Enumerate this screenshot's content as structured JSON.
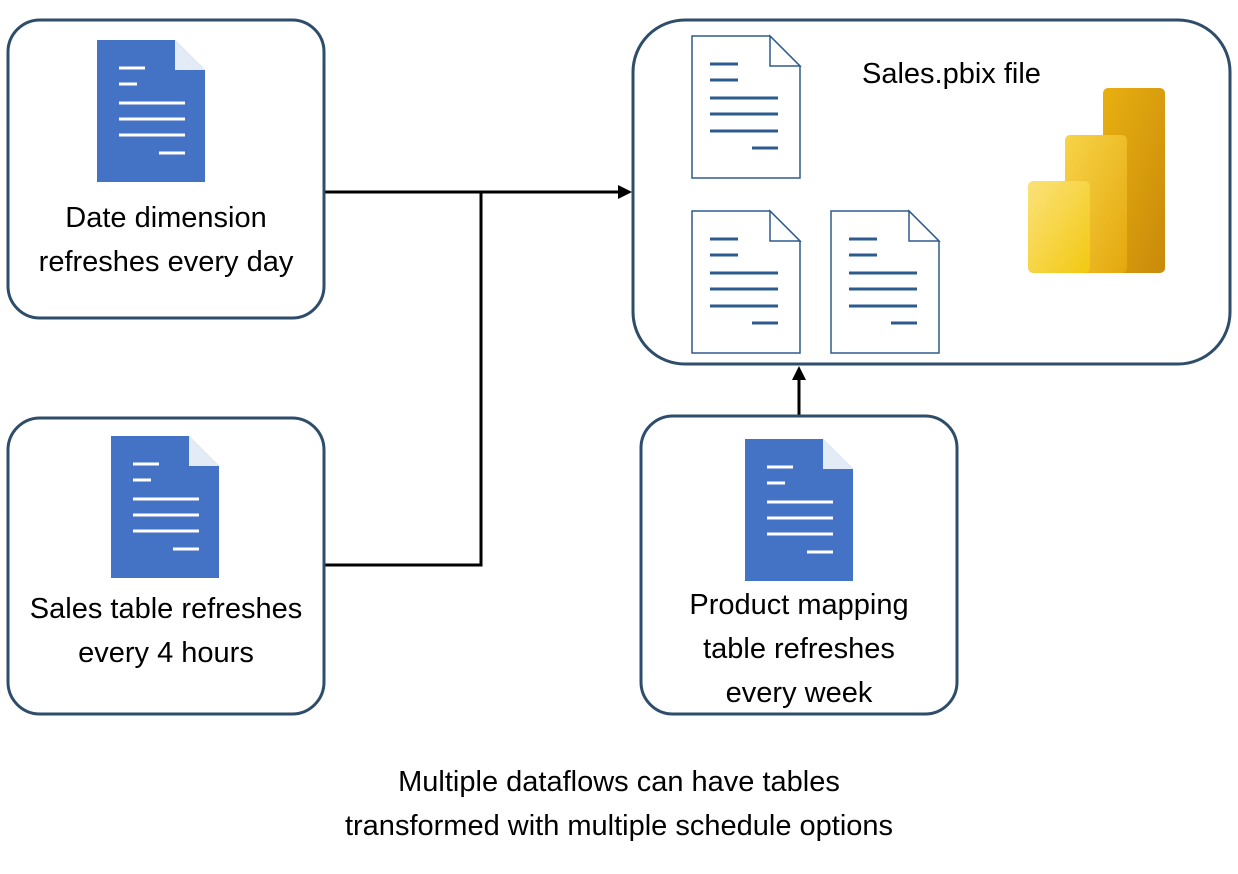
{
  "boxes": {
    "date": {
      "label": "Date dimension\nrefreshes every day"
    },
    "sales": {
      "label": "Sales table refreshes\nevery 4 hours"
    },
    "product": {
      "label": "Product mapping\ntable refreshes\nevery week"
    },
    "pbix": {
      "title": "Sales.pbix file"
    }
  },
  "caption": "Multiple dataflows can have tables\ntransformed with multiple schedule options",
  "colors": {
    "box_border": "#2e4d6b",
    "doc_filled": "#4472c4",
    "doc_outline": "#2e5b8f",
    "connector": "#000000",
    "pbi_light": "#f2c811",
    "pbi_mid": "#e8a90f",
    "pbi_dark": "#c98a0a"
  },
  "icons": {
    "document": "document-icon",
    "powerbi": "powerbi-logo-icon"
  }
}
